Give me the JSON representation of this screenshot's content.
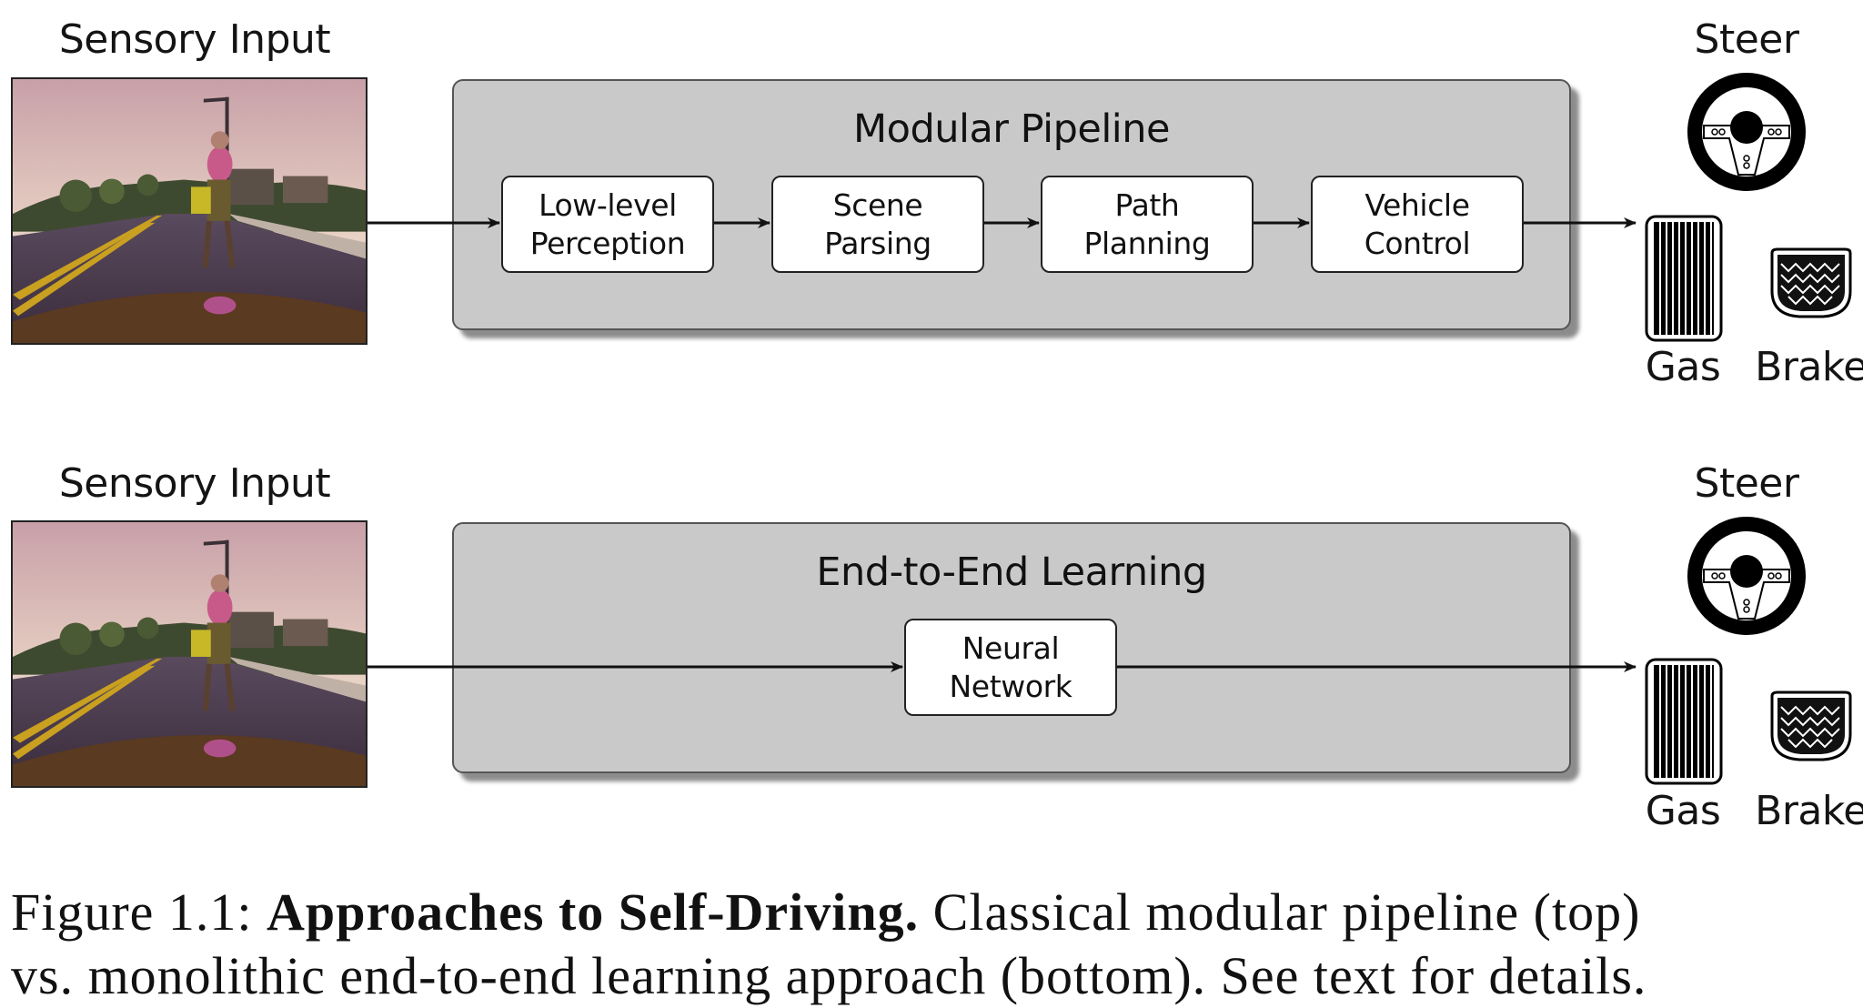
{
  "top": {
    "input_label": "Sensory Input",
    "panel_title": "Modular Pipeline",
    "modules": [
      {
        "line1": "Low-level",
        "line2": "Perception"
      },
      {
        "line1": "Scene",
        "line2": "Parsing"
      },
      {
        "line1": "Path",
        "line2": "Planning"
      },
      {
        "line1": "Vehicle",
        "line2": "Control"
      }
    ],
    "outputs": {
      "steer": "Steer",
      "gas": "Gas",
      "brake": "Brake"
    }
  },
  "bottom": {
    "input_label": "Sensory Input",
    "panel_title": "End-to-End Learning",
    "module": {
      "line1": "Neural",
      "line2": "Network"
    },
    "outputs": {
      "steer": "Steer",
      "gas": "Gas",
      "brake": "Brake"
    }
  },
  "caption": {
    "prefix": "Figure 1.1: ",
    "bold": "Approaches to Self-Driving.",
    "rest1": " Classical modular pipeline (top)",
    "rest2": "vs. monolithic end-to-end learning approach (bottom). See text for details."
  },
  "colors": {
    "panel_fill": "#c9c9c9",
    "box_fill": "#ffffff",
    "arrow": "#111111"
  },
  "icons": [
    "sensory-input-image",
    "steering-wheel-icon",
    "gas-pedal-icon",
    "brake-pedal-icon"
  ]
}
